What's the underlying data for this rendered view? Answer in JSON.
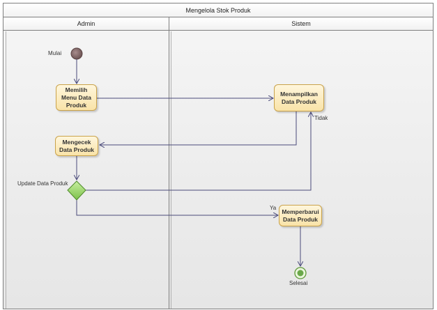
{
  "diagram": {
    "title": "Mengelola Stok Produk",
    "lanes": [
      {
        "name": "Admin"
      },
      {
        "name": "Sistem"
      }
    ],
    "start_label": "Mulai",
    "end_label": "Selesai",
    "actions": {
      "memilih": "Memilih\nMenu Data\nProduk",
      "menampilkan": "Menampilkan\nData Produk",
      "mengecek": "Mengecek\nData Produk",
      "memperbarui": "Memperbarui\nData Produk"
    },
    "decision_label": "Update Data Produk",
    "guards": {
      "tidak": "Tidak",
      "ya": "Ya"
    },
    "colors": {
      "action_fill": "#f9e3a8",
      "action_border": "#c9a24a",
      "decision_fill": "#9ed86a",
      "start_node": "#8a6f6f",
      "end_node": "#7ab850",
      "flow_line": "#4a4a7a"
    }
  }
}
